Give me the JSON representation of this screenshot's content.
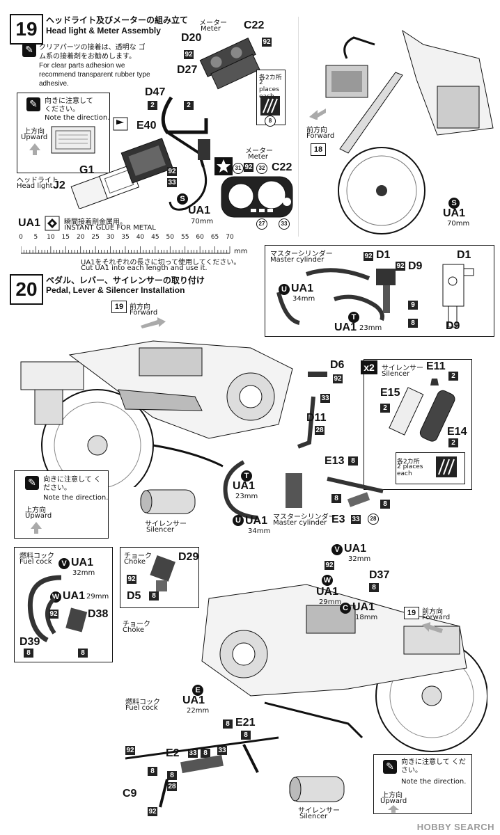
{
  "step19": {
    "number": "19",
    "title_jp": "ヘッドライト及びメーターの組み立て",
    "title_en": "Head light & Meter Assembly",
    "note_jp": "クリアパーツの接着は、透明な ゴム系の接着剤をお勧めします。",
    "note_en": "For clear parts adhesion we recommend transparent rubber type adhesive.",
    "direction_jp": "向きに注意して ください。",
    "direction_en": "Note the direction.",
    "upward_jp": "上方向",
    "upward_en": "Upward",
    "headlight_jp": "ヘッドライト",
    "headlight_en": "Head light",
    "meter_jp": "メーター",
    "meter_en": "Meter",
    "places_jp": "各2カ所",
    "places_en": "2 places each",
    "forward_jp": "前方向",
    "forward_en": "Forward",
    "ref_step": "18",
    "ua1_70": "70mm",
    "parts": [
      "C22",
      "D20",
      "D27",
      "D47",
      "E40",
      "G1",
      "J2",
      "UA1",
      "C22"
    ],
    "glue_label": "UA1",
    "glue_jp": "瞬間接着剤金属用。",
    "glue_en": "INSTANT GLUE FOR METAL",
    "ruler_ticks": [
      "0",
      "5",
      "10",
      "15",
      "20",
      "25",
      "30",
      "35",
      "40",
      "45",
      "50",
      "55",
      "60",
      "65",
      "70"
    ],
    "ruler_unit": "mm",
    "cut_jp": "UA1をそれぞれの長さに切って使用してください。",
    "cut_en": "Cut UA1 into each length and use it."
  },
  "step20": {
    "number": "20",
    "title_jp": "ペダル、レバー、サイレンサーの取り付け",
    "title_en": "Pedal, Lever & Silencer Installation",
    "ref_step": "19",
    "forward_jp": "前方向",
    "forward_en": "Forward",
    "master_jp": "マスターシリンダー",
    "master_en": "Master cylinder",
    "ua1_34": "34mm",
    "ua1_23": "23mm",
    "silencer_jp": "サイレンサー",
    "silencer_en": "Silencer",
    "x2": "x2",
    "direction_jp": "向きに注意して ください。",
    "direction_en": "Note the direction.",
    "upward_jp": "上方向",
    "upward_en": "Upward",
    "places_jp": "各2カ所",
    "places_en": "2 places each",
    "fuel_jp": "燃料コック",
    "fuel_en": "Fuel cock",
    "choke_jp": "チョーク",
    "choke_en": "Choke",
    "ua1_32": "32mm",
    "ua1_29": "29mm",
    "ua1_18": "18mm",
    "ua1_22": "22mm"
  },
  "watermark": "HOBBY SEARCH"
}
